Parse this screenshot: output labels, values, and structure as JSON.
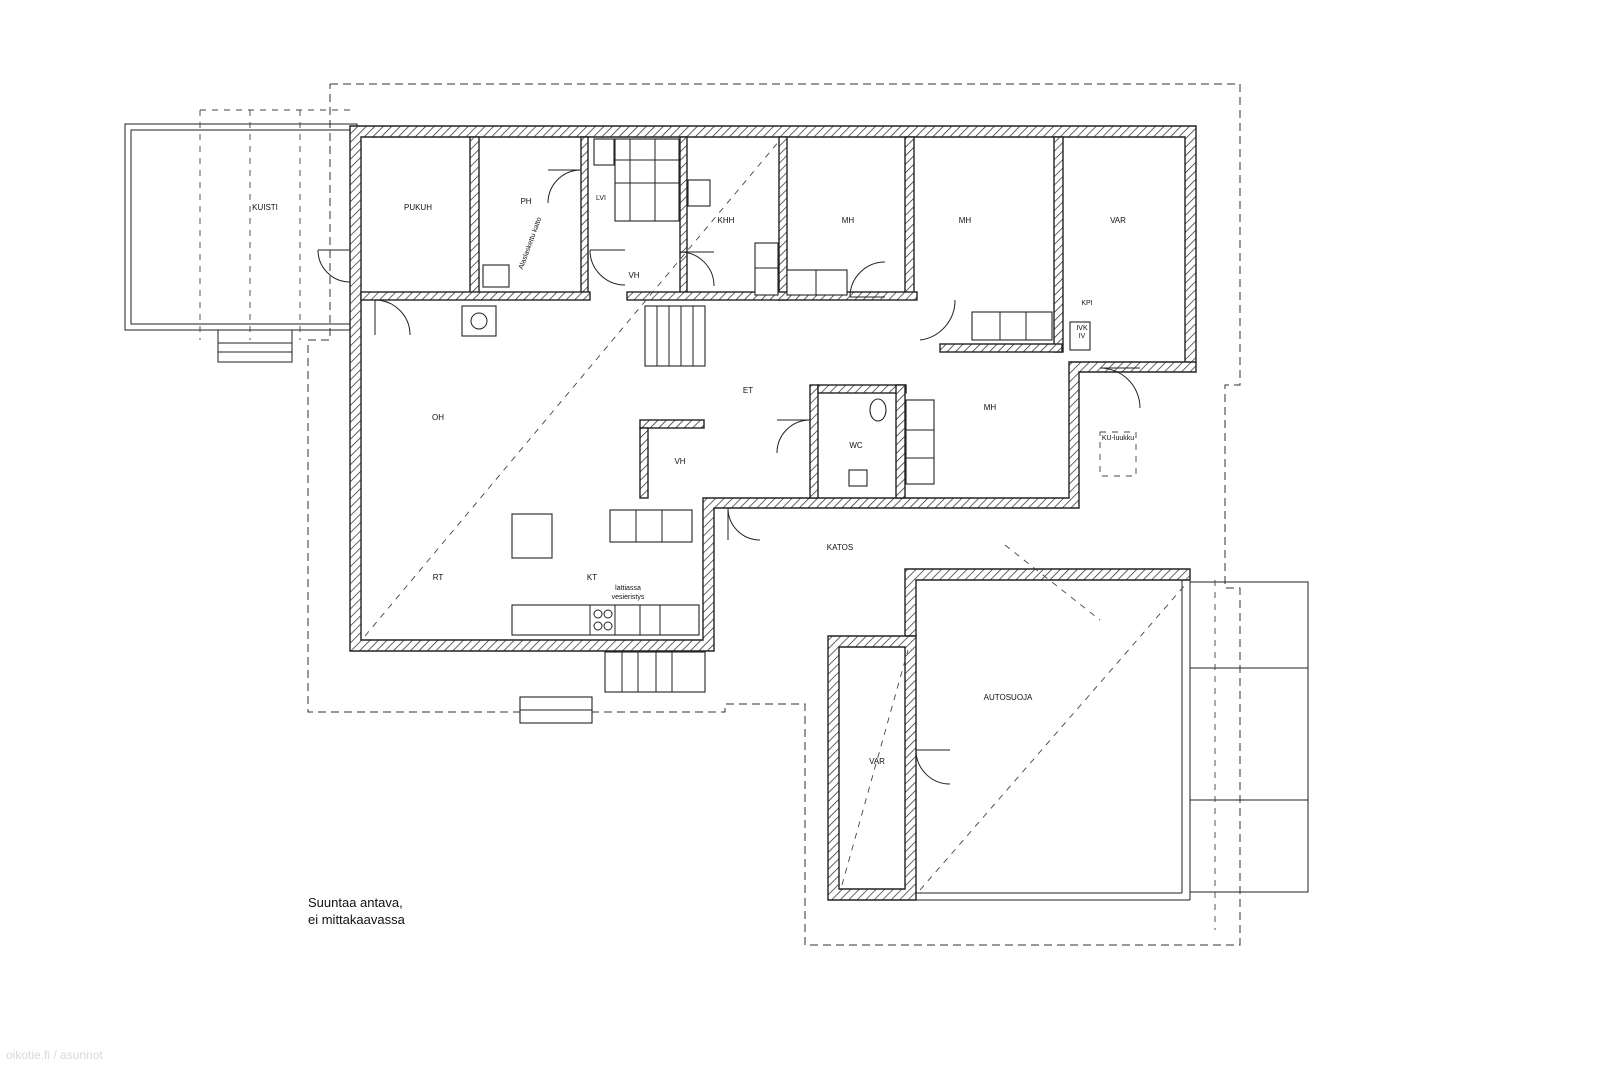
{
  "rooms": {
    "kuisti": "KUISTI",
    "pukuh": "PUKUH",
    "ph": "PH",
    "khh": "KHH",
    "mh1": "MH",
    "mh2": "MH",
    "var1": "VAR",
    "oh": "OH",
    "vh1": "VH",
    "et": "ET",
    "wc": "WC",
    "mh3": "MH",
    "vh2": "VH",
    "rt": "RT",
    "kt": "KT",
    "katos": "KATOS",
    "autosuoja": "AUTOSUOJA",
    "var2": "VAR",
    "ku_luukku": "KU-luukku",
    "lv": "LVI",
    "kpi": "KPI",
    "ivk": "IVK",
    "iv": "IV"
  },
  "annotations": {
    "lattiassa_line1": "lattiassa",
    "lattiassa_line2": "vesieristys",
    "ph_note": "Alaslaskettu katto"
  },
  "note": {
    "line1": "Suuntaa antava,",
    "line2": "ei mittakaavassa"
  },
  "watermark": "oikotie.fi / asunnot"
}
